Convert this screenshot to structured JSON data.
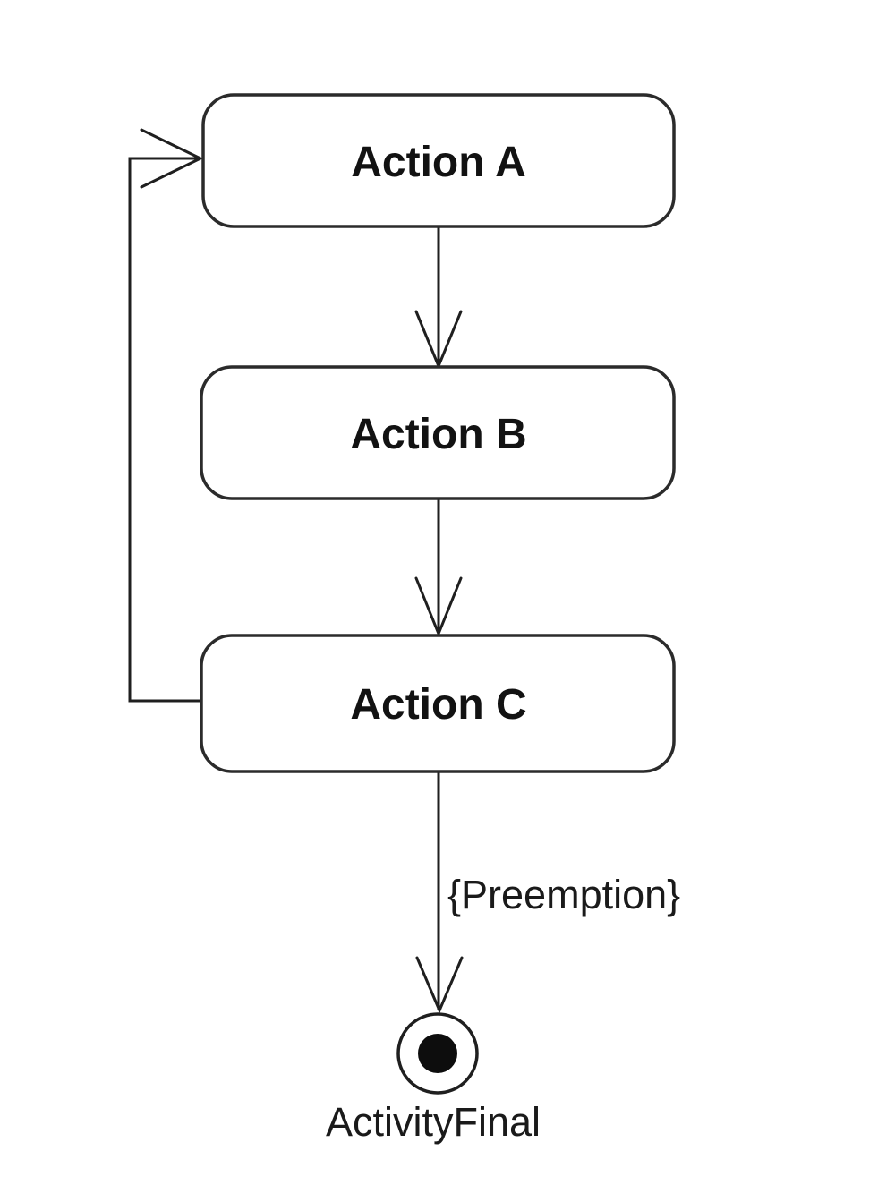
{
  "diagram": {
    "kind": "uml-activity-diagram",
    "nodes": [
      {
        "id": "action-a",
        "type": "action",
        "label": "Action A"
      },
      {
        "id": "action-b",
        "type": "action",
        "label": "Action B"
      },
      {
        "id": "action-c",
        "type": "action",
        "label": "Action C"
      },
      {
        "id": "activity-final",
        "type": "activity-final",
        "label": "ActivityFinal"
      }
    ],
    "edges": [
      {
        "id": "a-to-b",
        "from": "Action A",
        "to": "Action B",
        "label": ""
      },
      {
        "id": "b-to-c",
        "from": "Action B",
        "to": "Action C",
        "label": ""
      },
      {
        "id": "c-to-final",
        "from": "Action C",
        "to": "ActivityFinal",
        "label": "{Preemption}"
      },
      {
        "id": "c-to-a-loop",
        "from": "Action C",
        "to": "Action A",
        "label": ""
      }
    ],
    "colors": {
      "background": "#ffffff",
      "stroke": "#2b2b2b",
      "text": "#121212"
    }
  }
}
